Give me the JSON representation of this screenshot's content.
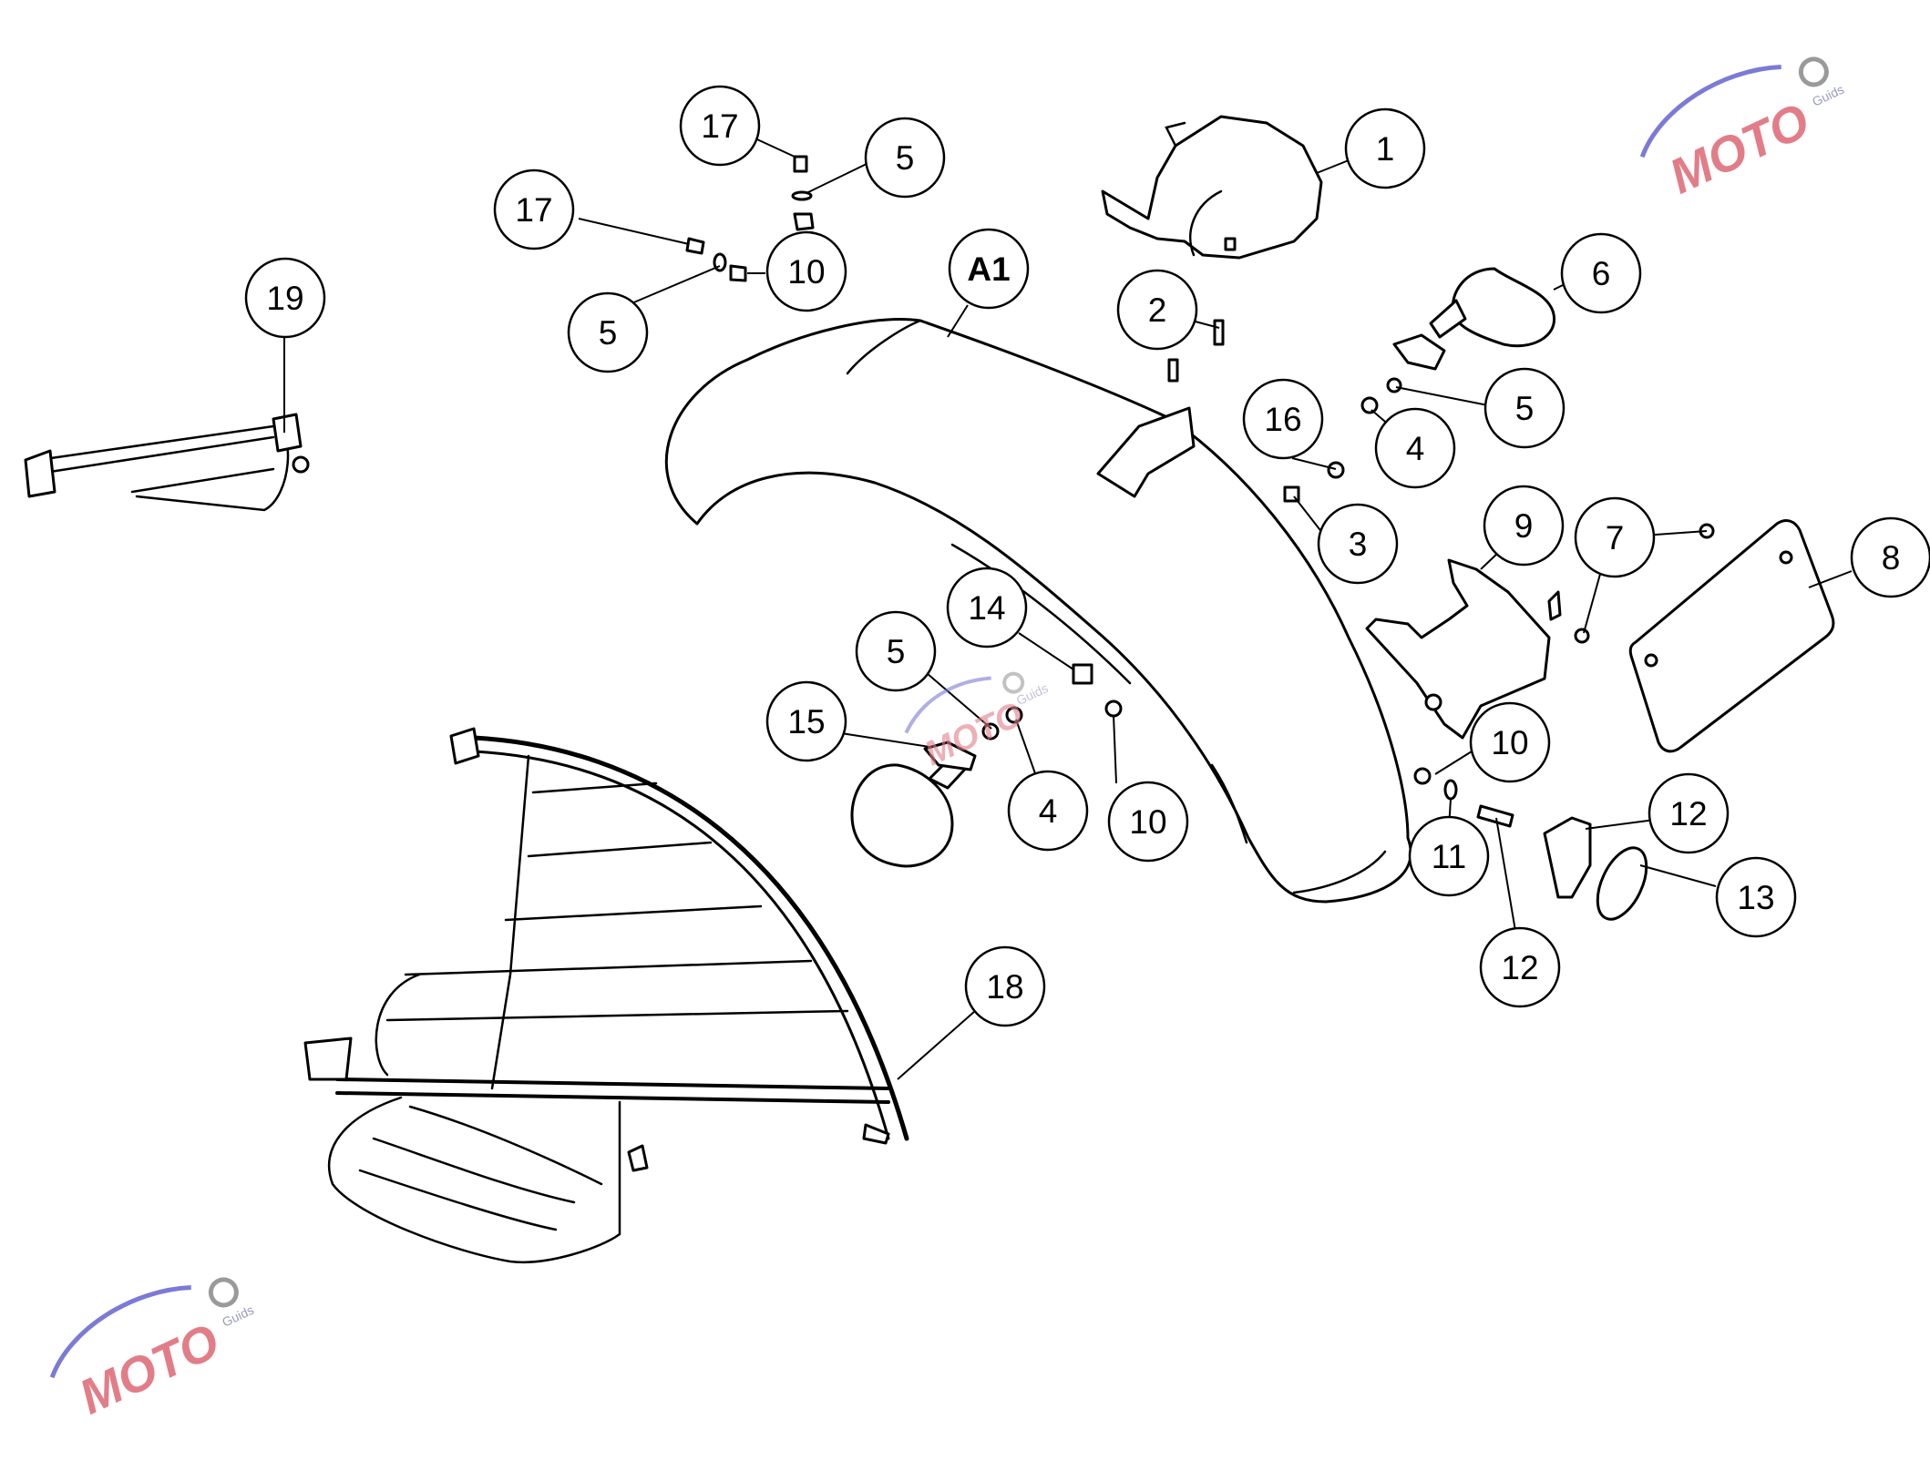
{
  "diagram": {
    "callouts": [
      {
        "id": "c1",
        "label": "1"
      },
      {
        "id": "c2",
        "label": "2"
      },
      {
        "id": "c3",
        "label": "3"
      },
      {
        "id": "c4a",
        "label": "4"
      },
      {
        "id": "c4b",
        "label": "4"
      },
      {
        "id": "c5a",
        "label": "5"
      },
      {
        "id": "c5b",
        "label": "5"
      },
      {
        "id": "c5c",
        "label": "5"
      },
      {
        "id": "c5d",
        "label": "5"
      },
      {
        "id": "c6",
        "label": "6"
      },
      {
        "id": "c7",
        "label": "7"
      },
      {
        "id": "c8",
        "label": "8"
      },
      {
        "id": "c9",
        "label": "9"
      },
      {
        "id": "c10a",
        "label": "10"
      },
      {
        "id": "c10b",
        "label": "10"
      },
      {
        "id": "c10c",
        "label": "10"
      },
      {
        "id": "c11",
        "label": "11"
      },
      {
        "id": "c12a",
        "label": "12"
      },
      {
        "id": "c12b",
        "label": "12"
      },
      {
        "id": "c13",
        "label": "13"
      },
      {
        "id": "c14",
        "label": "14"
      },
      {
        "id": "c15",
        "label": "15"
      },
      {
        "id": "c16",
        "label": "16"
      },
      {
        "id": "c17a",
        "label": "17"
      },
      {
        "id": "c17b",
        "label": "17"
      },
      {
        "id": "c18",
        "label": "18"
      },
      {
        "id": "c19",
        "label": "19"
      },
      {
        "id": "cA1",
        "label": "A1"
      }
    ]
  },
  "watermark": {
    "logo_text": "MOTO",
    "tagline": "Guids",
    "color": "#e27d88",
    "swoosh_color": "#7b7bd6"
  }
}
